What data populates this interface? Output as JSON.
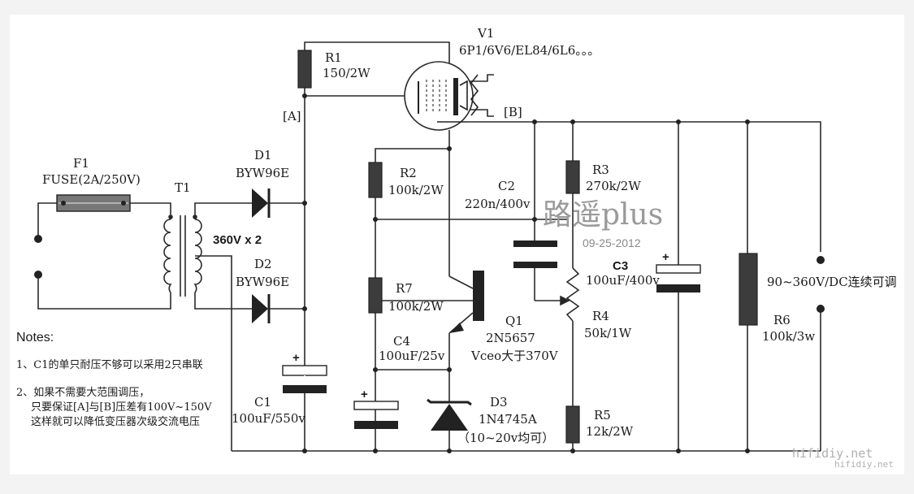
{
  "components": {
    "V1": {
      "ref": "V1",
      "value": "6P1/6V6/EL84/6L6。。。"
    },
    "R1": {
      "ref": "R1",
      "value": "150/2W"
    },
    "node_A": "[A]",
    "node_B": "[B]",
    "F1": {
      "ref": "F1",
      "value": "FUSE(2A/250V)"
    },
    "T1": {
      "ref": "T1"
    },
    "D1": {
      "ref": "D1",
      "value": "BYW96E"
    },
    "D2": {
      "ref": "D2",
      "value": "BYW96E"
    },
    "secondary": "360V x 2",
    "R2": {
      "ref": "R2",
      "value": "100k/2W"
    },
    "C2": {
      "ref": "C2",
      "value": "220n/400v"
    },
    "R3": {
      "ref": "R3",
      "value": "270k/2W"
    },
    "C3": {
      "ref": "C3",
      "value": "100uF/400v"
    },
    "R7": {
      "ref": "R7",
      "value": "100k/2W"
    },
    "Q1": {
      "ref": "Q1",
      "value": "2N5657",
      "note": "Vceo大于370V"
    },
    "R4": {
      "ref": "R4",
      "value": "50k/1W"
    },
    "C4": {
      "ref": "C4",
      "value": "100uF/25v"
    },
    "C1": {
      "ref": "C1",
      "value": "100uF/550v"
    },
    "D3": {
      "ref": "D3",
      "value": "1N4745A",
      "note": "（10~20v均可）"
    },
    "R5": {
      "ref": "R5",
      "value": "12k/2W"
    },
    "R6": {
      "ref": "R6",
      "value": "100k/3w"
    },
    "output": "90~360V/DC连续可调",
    "plus": "+"
  },
  "notes": {
    "title": "Notes:",
    "line1": "1、C1的单只耐压不够可以采用2只串联",
    "line2a": "2、如果不需要大范围调压，",
    "line2b": "只要保证[A]与[B]压差有100V~150V",
    "line2c": "这样就可以降低变压器次级交流电压"
  },
  "watermark": {
    "title": "路遥plus",
    "date": "09-25-2012",
    "site": "hifidiy.net",
    "site_small": "hifidiy.net"
  }
}
